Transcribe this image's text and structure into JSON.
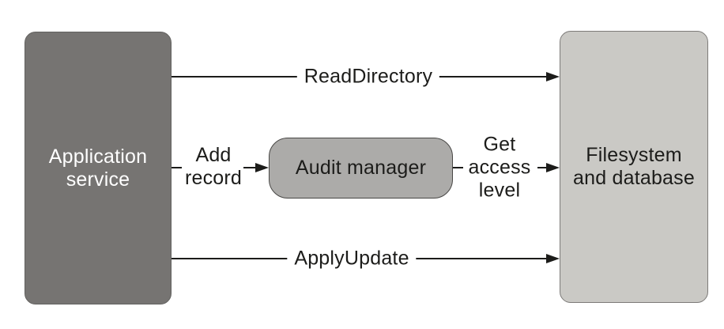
{
  "diagram": {
    "nodes": {
      "application": {
        "label": "Application\nservice",
        "fill": "#767472",
        "text_color": "#ffffff"
      },
      "audit": {
        "label": "Audit manager",
        "fill": "#acaba9",
        "text_color": "#1c1c1a"
      },
      "filesystem": {
        "label": "Filesystem\nand database",
        "fill": "#cac9c5",
        "text_color": "#1c1c1a"
      }
    },
    "edges": {
      "read_directory": {
        "label": "ReadDirectory",
        "from": "application",
        "to": "filesystem"
      },
      "add_record": {
        "label": "Add\nrecord",
        "from": "application",
        "to": "audit"
      },
      "get_access_level": {
        "label": "Get\naccess\nlevel",
        "from": "audit",
        "to": "filesystem"
      },
      "apply_update": {
        "label": "ApplyUpdate",
        "from": "application",
        "to": "filesystem"
      }
    },
    "colors": {
      "line": "#1c1c1a",
      "label_text": "#1c1c1a",
      "background": "#ffffff"
    }
  }
}
